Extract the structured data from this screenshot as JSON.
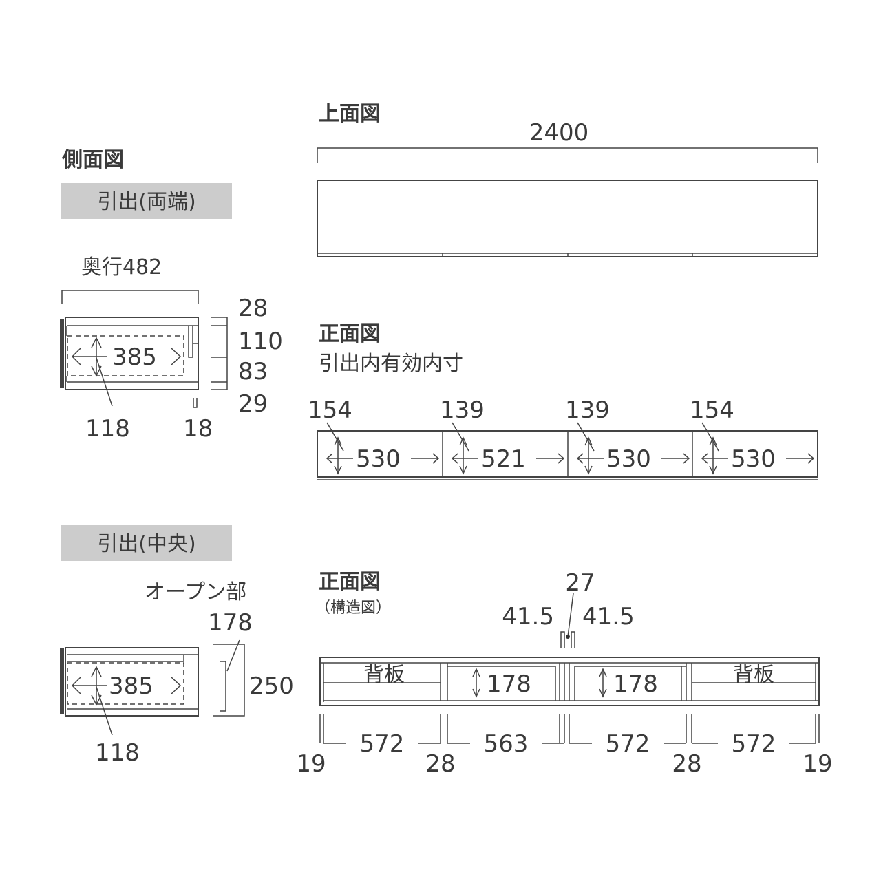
{
  "titles": {
    "top": "上面図",
    "side": "側面図",
    "front1": "正面図",
    "front1_sub": "引出内有効内寸",
    "front2": "正面図",
    "front2_sub": "（構造図）"
  },
  "labels": {
    "drawer_ends": "引出(両端)",
    "drawer_center": "引出(中央)",
    "depth": "奥行482",
    "open": "オープン部",
    "back_panel": "背板"
  },
  "top_view": {
    "width": "2400"
  },
  "side1": {
    "inner": "385",
    "d28": "28",
    "d110": "110",
    "d83": "83",
    "d29": "29",
    "d118": "118",
    "d18": "18"
  },
  "side2": {
    "inner": "385",
    "d178": "178",
    "d250": "250",
    "d118": "118"
  },
  "front1": {
    "heights": [
      "154",
      "139",
      "139",
      "154"
    ],
    "widths": [
      "530",
      "521",
      "530",
      "530"
    ]
  },
  "front2": {
    "d27": "27",
    "d41a": "41.5",
    "d41b": "41.5",
    "h1": "178",
    "h2": "178",
    "widths": [
      "572",
      "563",
      "572",
      "572"
    ],
    "gaps": [
      "19",
      "28",
      "28",
      "19"
    ]
  },
  "colors": {
    "label_bg": "#cccccc",
    "line": "#444444"
  }
}
